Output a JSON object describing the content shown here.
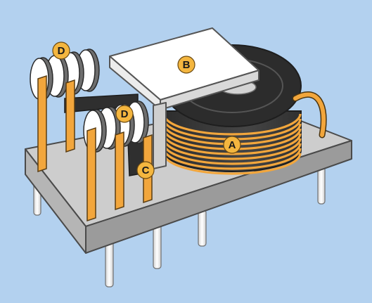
{
  "colors": {
    "background": "#b3d1ef",
    "board_top": "#cdcdcd",
    "board_side": "#9b9b9b",
    "board_front": "#b5b5b5",
    "coil_dark": "#3c3c3c",
    "copper": "#f2a63c",
    "label_fill": "#f4b63f",
    "pin": "#f4f4f4"
  },
  "labels": {
    "a": "A",
    "b": "B",
    "c": "C",
    "d_top": "D",
    "d_mid": "D"
  },
  "icons": {
    "bobbin_rings": "bobbin-ring-icon",
    "pin": "pin-icon"
  }
}
